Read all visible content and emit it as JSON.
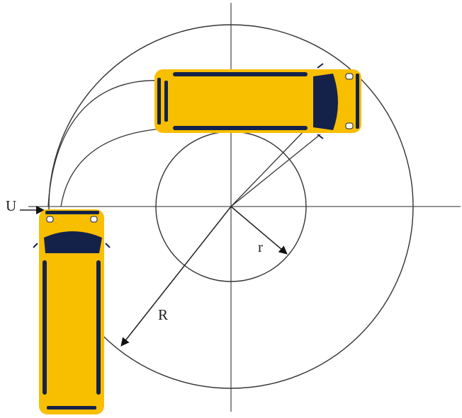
{
  "labels": {
    "outer_radius": "R",
    "inner_radius": "r",
    "overhang": "U"
  },
  "colors": {
    "vehicle_body": "#F8BE00",
    "vehicle_trim": "#14224A",
    "line": "#333333",
    "background": "#FFFFFF"
  },
  "vehicles": [
    {
      "id": "vehicle-top",
      "orientation": "horizontal",
      "facing": "right"
    },
    {
      "id": "vehicle-left",
      "orientation": "vertical",
      "facing": "up"
    }
  ]
}
